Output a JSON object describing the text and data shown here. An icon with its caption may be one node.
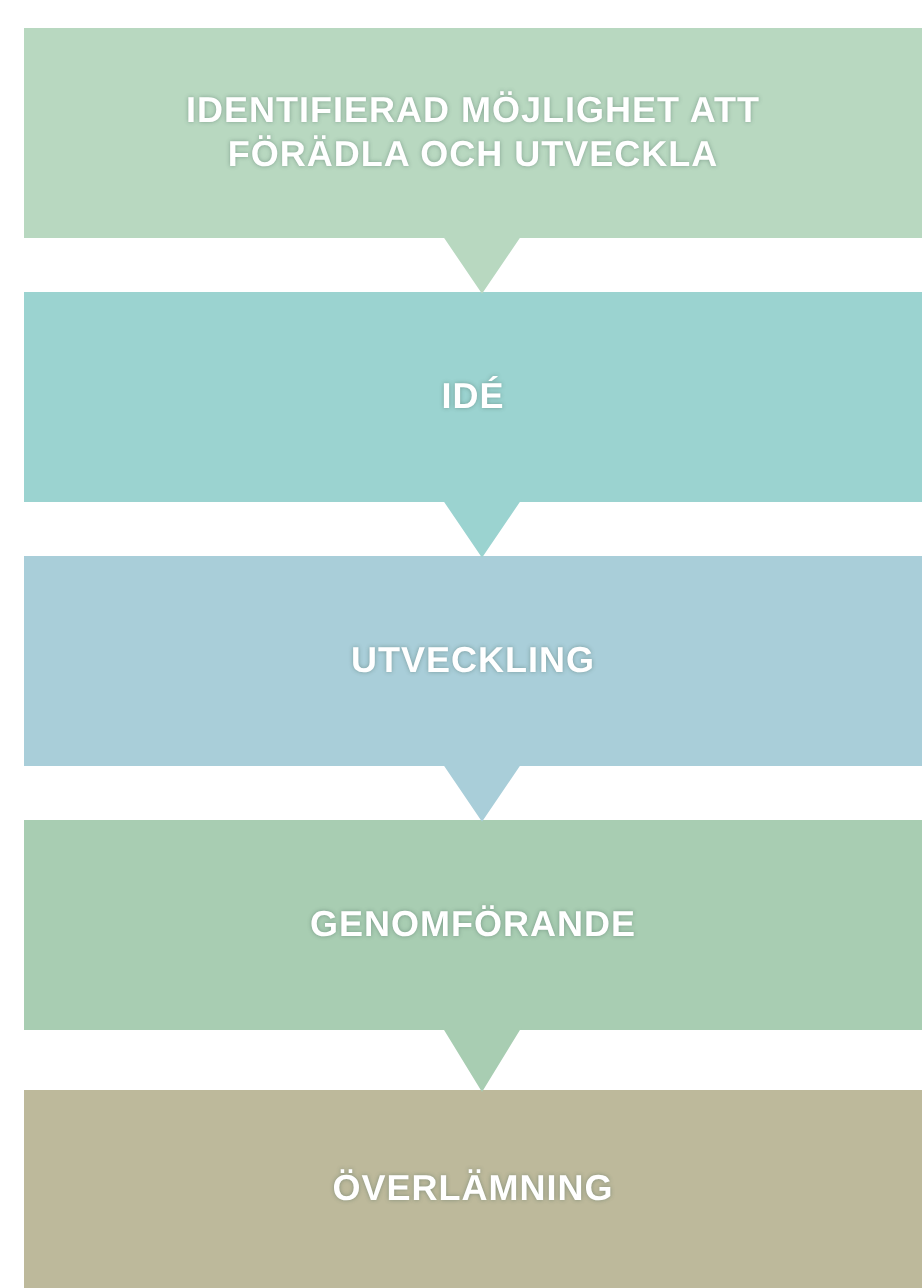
{
  "diagram": {
    "nodes": [
      {
        "text": [
          "IDENTIFIERAD MÖJLIGHET ATT FÖRÄDLA OCH UTVECKLA"
        ]
      },
      {
        "text": [
          "IDÉ"
        ]
      },
      {
        "text": [
          "UTVECKLING"
        ]
      },
      {
        "text": [
          "GENOMFÖRANDE"
        ]
      },
      {
        "text": [
          "ÖVERLÄMNING"
        ]
      }
    ],
    "edges": [
      {
        "from": 0,
        "to": 1,
        "arrow": "to",
        "color": "#b8d8c0"
      },
      {
        "from": 1,
        "to": 2,
        "arrow": "to",
        "color": "#9bd3d0"
      },
      {
        "from": 2,
        "to": 3,
        "arrow": "to",
        "color": "#a9ced9"
      },
      {
        "from": 3,
        "to": 4,
        "arrow": "to",
        "color": "#a8cdb2"
      }
    ]
  }
}
